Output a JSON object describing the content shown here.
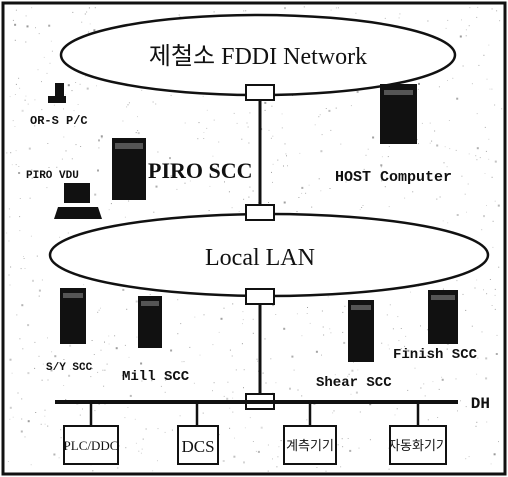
{
  "networks": {
    "fddi": "제철소 FDDI Network",
    "lan": "Local LAN"
  },
  "computers": {
    "ops_pc": "OR-S P/C",
    "piro_vdu": "PIRO VDU",
    "piro_scc": "PIRO SCC",
    "host": "HOST Computer",
    "sy_scc": "S/Y SCC",
    "mill_scc": "Mill SCC",
    "shear_scc": "Shear SCC",
    "finish_scc": "Finish SCC"
  },
  "field_bus": {
    "label": "DH",
    "devices": [
      "PLC/DDC",
      "DCS",
      "계측기기",
      "자동화기기"
    ]
  },
  "colors": {
    "ink": "#111111",
    "background": "#ffffff",
    "noise": "#777777"
  }
}
